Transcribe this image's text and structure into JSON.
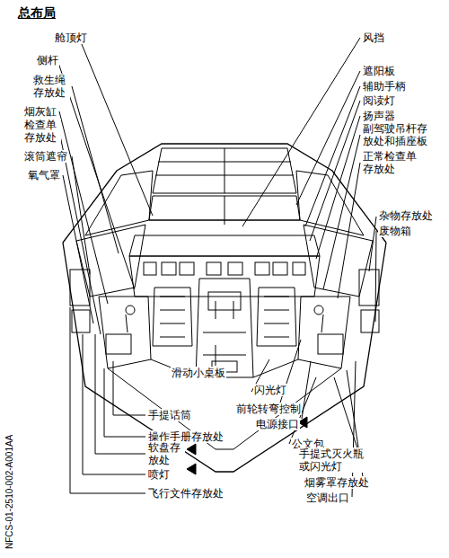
{
  "diagram": {
    "title": "总布局",
    "labels": [
      "舱顶灯",
      "侧杆",
      "救生绳 存放处",
      "烟灰缸",
      "检查单 存放处",
      "滚筒遮帘",
      "氧气罩",
      "风挡",
      "遮阳板",
      "辅助手柄",
      "阅读灯",
      "扬声器",
      "副驾驶吊杆存 放处和插座板",
      "正常检查单 存放处",
      "杂物存放处",
      "废物箱",
      "滑动小桌板",
      "闪光灯",
      "前轮转弯控制",
      "电源接口",
      "公文包",
      "手提式灭火瓶 或闪光灯",
      "烟雾罩存放处",
      "空调出口",
      "手提话筒",
      "操作手册存放处",
      "软盘存 放处",
      "喷灯",
      "飞行文件存放处",
      "NFCS-01-2510-002-A001AA"
    ]
  }
}
